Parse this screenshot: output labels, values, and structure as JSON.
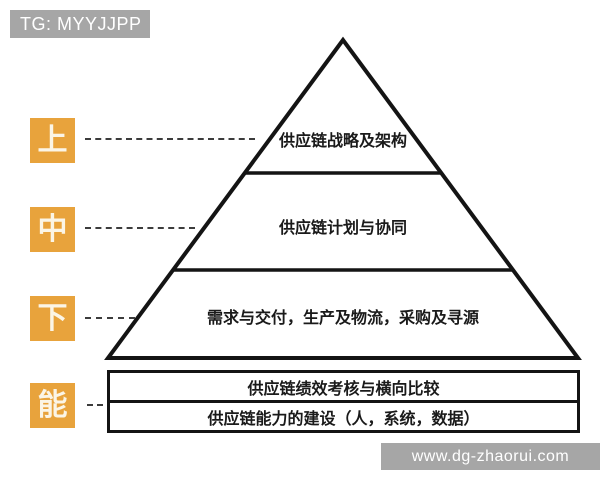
{
  "colors": {
    "accent": "#E8A33C",
    "accent-text": "#FBF5E6",
    "watermark-bg": "#A6A6A6",
    "watermark-text": "#FFFFFF",
    "line": "#141414"
  },
  "watermark_top": {
    "text": "TG: MYYJJPP"
  },
  "watermark_bottom": {
    "text": "www.dg-zhaorui.com"
  },
  "side_badges": [
    {
      "label": "上"
    },
    {
      "label": "中"
    },
    {
      "label": "下"
    },
    {
      "label": "能"
    }
  ],
  "pyramid_levels": [
    {
      "label": "供应链战略及架构"
    },
    {
      "label": "供应链计划与协同"
    },
    {
      "label": "需求与交付，生产及物流，采购及寻源"
    }
  ],
  "bottom_boxes": [
    {
      "label": "供应链绩效考核与横向比较"
    },
    {
      "label": "供应链能力的建设（人，系统，数据）"
    }
  ]
}
